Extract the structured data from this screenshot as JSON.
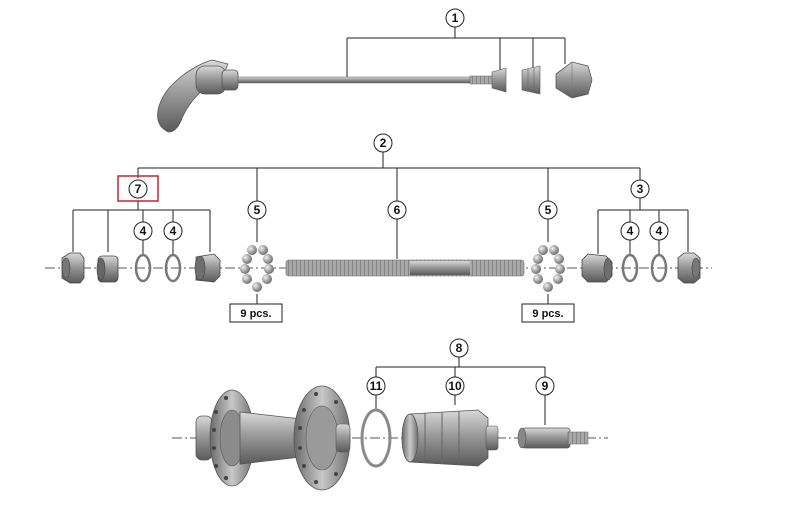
{
  "parts": {
    "p1": "1",
    "p2": "2",
    "p3": "3",
    "p4": "4",
    "p5": "5",
    "p6": "6",
    "p7": "7",
    "p8": "8",
    "p9": "9",
    "p10": "10",
    "p11": "11"
  },
  "quantity_label": "9 pcs.",
  "highlight_color": "#d0202a"
}
